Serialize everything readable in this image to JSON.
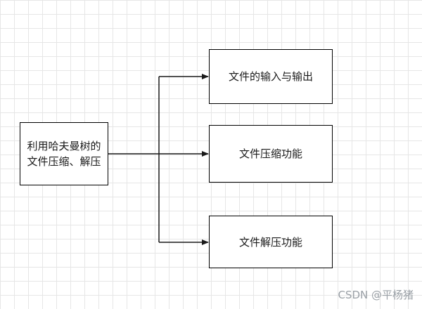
{
  "diagram": {
    "root": {
      "label": "利用哈夫曼树的文件压缩、解压"
    },
    "children": [
      {
        "label": "文件的输入与输出"
      },
      {
        "label": "文件压缩功能"
      },
      {
        "label": "文件解压功能"
      }
    ]
  },
  "watermark": {
    "text": "CSDN @平杨猪"
  },
  "colors": {
    "border": "#000000",
    "grid": "#e6e6e6",
    "arrow": "#1a1a1a",
    "watermark": "#9aa0a6"
  }
}
